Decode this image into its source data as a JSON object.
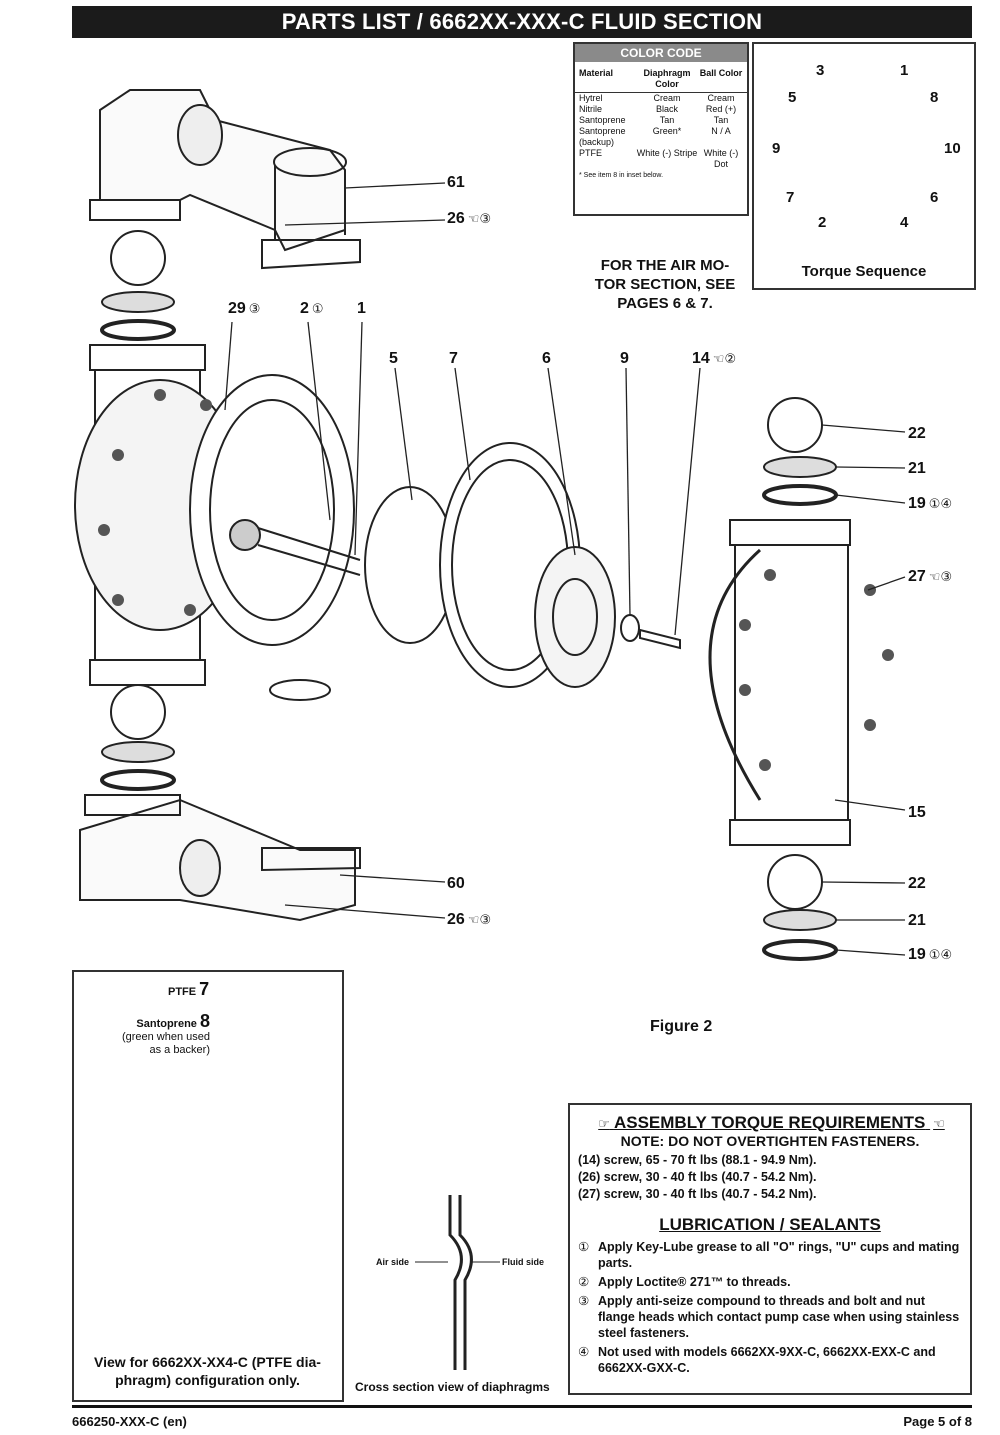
{
  "header": {
    "title": "PARTS LIST / 6662XX-XXX-C FLUID SECTION"
  },
  "color_code": {
    "title": "COLOR CODE",
    "headers": [
      "Material",
      "Diaphragm Color",
      "Ball Color"
    ],
    "rows": [
      [
        "Hytrel",
        "Cream",
        "Cream"
      ],
      [
        "Nitrile",
        "Black",
        "Red (+)"
      ],
      [
        "Santoprene",
        "Tan",
        "Tan"
      ],
      [
        "Santoprene (backup)",
        "Green*",
        "N / A"
      ],
      [
        "PTFE",
        "White (-) Stripe",
        "White (-) Dot"
      ]
    ],
    "note": "* See item 8 in inset below."
  },
  "torque_sequence": {
    "caption": "Torque Sequence",
    "numbers": [
      "3",
      "1",
      "5",
      "8",
      "9",
      "10",
      "7",
      "6",
      "2",
      "4"
    ]
  },
  "air_motor_note": [
    "FOR THE AIR MO-",
    "TOR SECTION, SEE",
    "PAGES 6 & 7."
  ],
  "callouts": {
    "c61": "61",
    "c26a": "26",
    "c29": "29",
    "c2": "2",
    "c1": "1",
    "c5": "5",
    "c7": "7",
    "c6": "6",
    "c9": "9",
    "c14": "14",
    "c22a": "22",
    "c21a": "21",
    "c19a": "19",
    "c27": "27",
    "c15": "15",
    "c60": "60",
    "c26b": "26",
    "c22b": "22",
    "c21b": "21",
    "c19b": "19"
  },
  "figure_label": "Figure 2",
  "inset": {
    "ptfe_label": "PTFE",
    "ptfe_num": "7",
    "santo_label": "Santoprene",
    "santo_num": "8",
    "santo_note": [
      "(green when used",
      "as a backer)"
    ],
    "caption": [
      "View for 6662XX-XX4-C (PTFE dia-",
      "phragm) configuration only."
    ]
  },
  "cross_section": {
    "caption": "Cross section view of diaphragms",
    "air_side": "Air side",
    "fluid_side": "Fluid side"
  },
  "assembly": {
    "heading": "ASSEMBLY TORQUE REQUIREMENTS",
    "note": "NOTE: DO NOT OVERTIGHTEN FASTENERS.",
    "lines": [
      "(14) screw, 65 - 70 ft lbs (88.1 - 94.9 Nm).",
      "(26) screw, 30 - 40 ft lbs (40.7 - 54.2 Nm).",
      "(27) screw, 30 - 40 ft lbs (40.7 - 54.2 Nm)."
    ]
  },
  "lubrication": {
    "heading": "LUBRICATION / SEALANTS",
    "items": [
      {
        "icon": "①",
        "text": "Apply Key-Lube grease to all \"O\" rings, \"U\" cups and mating parts."
      },
      {
        "icon": "②",
        "text": "Apply Loctite® 271™ to threads."
      },
      {
        "icon": "③",
        "text": "Apply anti-seize compound to threads and bolt and nut flange heads which contact pump case when using stainless steel fasteners."
      },
      {
        "icon": "④",
        "text": "Not used with models 6662XX-9XX-C, 6662XX-EXX-C and 6662XX-GXX-C."
      }
    ]
  },
  "footer": {
    "doc": "666250-XXX-C (en)",
    "page": "Page 5 of 8"
  }
}
